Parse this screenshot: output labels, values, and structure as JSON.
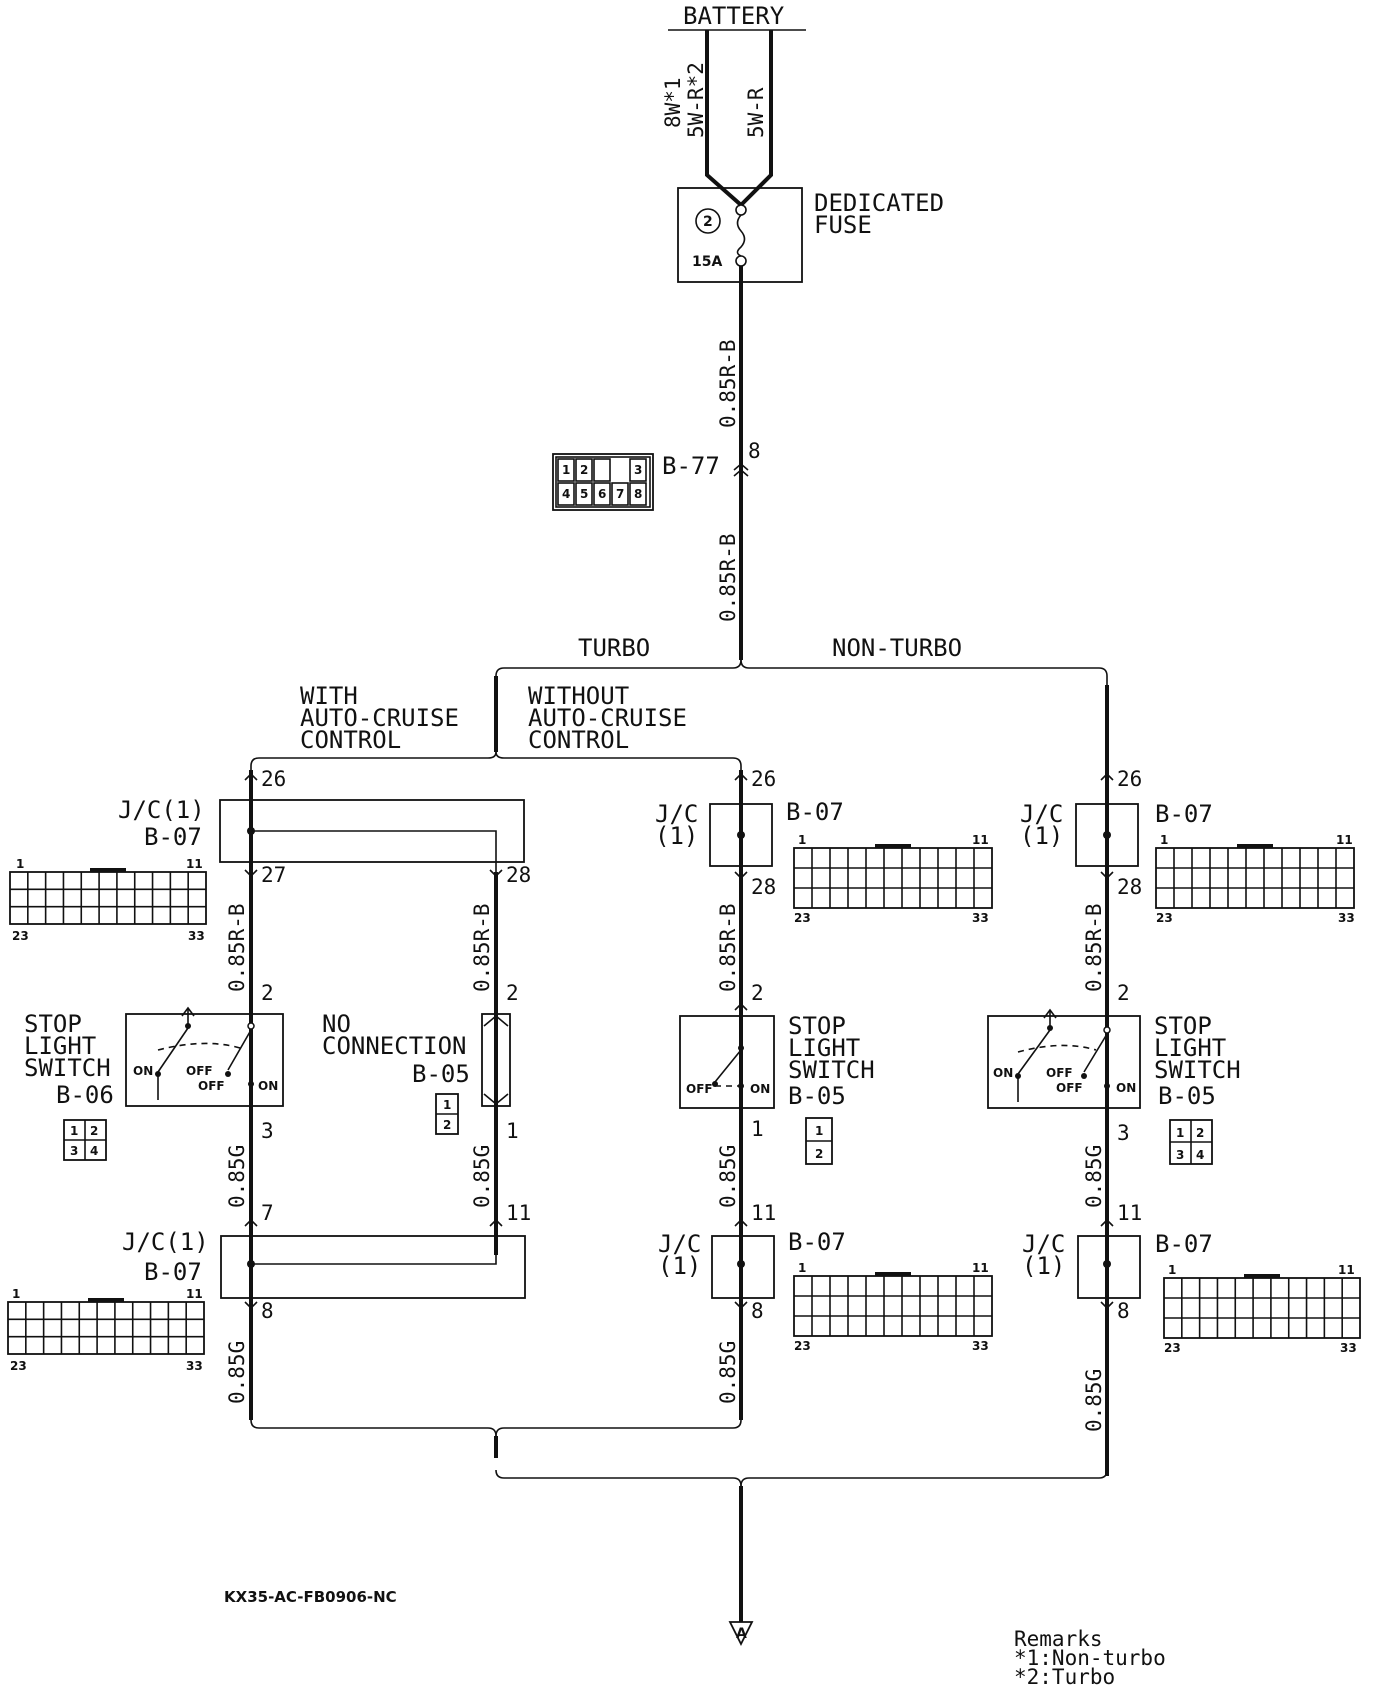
{
  "title": "BATTERY",
  "battery_wire_1a": "8W*1",
  "battery_wire_1b": "5W-R*2",
  "battery_wire_2": "5W-R",
  "fuse": {
    "label_1": "DEDICATED",
    "label_2": "FUSE",
    "number": "2",
    "rating": "15A"
  },
  "main_wire": "0.85R-B",
  "b77": {
    "label": "B-77",
    "pin": "8",
    "cells_top": [
      "1",
      "2",
      "",
      "3"
    ],
    "cells_bottom": [
      "4",
      "5",
      "6",
      "7",
      "8"
    ]
  },
  "branches": {
    "turbo": "TURBO",
    "non_turbo": "NON-TURBO"
  },
  "with_cruise": [
    "WITH",
    "AUTO-CRUISE",
    "CONTROL"
  ],
  "without_cruise": [
    "WITHOUT",
    "AUTO-CRUISE",
    "CONTROL"
  ],
  "jc": {
    "full": "J/C(1)",
    "short_1": "J/C",
    "short_2": "(1)",
    "connector": "B-07"
  },
  "jc_connector_pins": {
    "tl": "1",
    "tr": "11",
    "bl": "23",
    "br": "33"
  },
  "pins": {
    "p26": "26",
    "p27": "27",
    "p28": "28",
    "p2": "2",
    "p3": "3",
    "p1": "1",
    "p7": "7",
    "p11": "11",
    "p8": "8"
  },
  "wires": {
    "rb": "0.85R-B",
    "g": "0.85G"
  },
  "switch": {
    "label": [
      "STOP",
      "LIGHT",
      "SWITCH"
    ],
    "conn_b06": "B-06",
    "conn_b05": "B-05",
    "on": "ON",
    "off": "OFF"
  },
  "no_connection": [
    "NO",
    "CONNECTION"
  ],
  "conn_cells_4": [
    "1",
    "2",
    "3",
    "4"
  ],
  "conn_cells_2": [
    "1",
    "2"
  ],
  "ground": "A",
  "diagram_code": "KX35-AC-FB0906-NC",
  "remarks": {
    "title": "Remarks",
    "r1": "*1:Non-turbo",
    "r2": "*2:Turbo"
  }
}
